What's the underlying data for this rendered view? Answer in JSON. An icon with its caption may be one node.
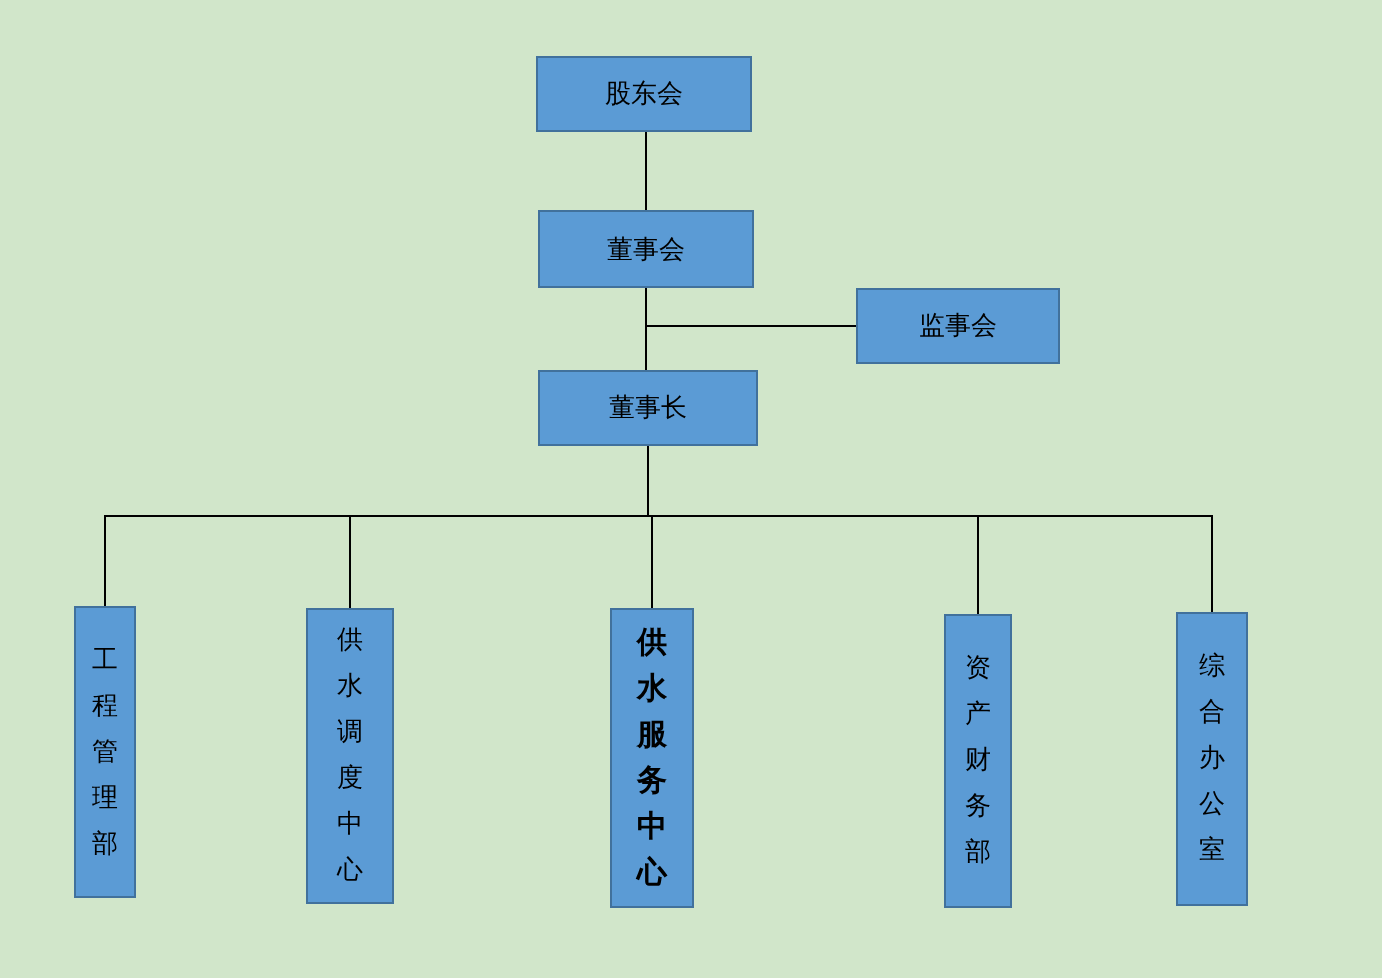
{
  "diagram": {
    "nodes": [
      {
        "text": [
          "股东会"
        ]
      },
      {
        "text": [
          "董事会"
        ]
      },
      {
        "text": [
          "监事会"
        ]
      },
      {
        "text": [
          "董事长"
        ]
      },
      {
        "text": [
          "工程管理部"
        ]
      },
      {
        "text": [
          "供水调度中心"
        ]
      },
      {
        "text": [
          "供水服务中心"
        ]
      },
      {
        "text": [
          "资产财务部"
        ]
      },
      {
        "text": [
          "综合办公室"
        ]
      }
    ],
    "edges": [
      {
        "from": 0,
        "to": 1,
        "arrow": "none"
      },
      {
        "from": 1,
        "to": 3,
        "arrow": "none"
      },
      {
        "from": 1,
        "to": 2,
        "arrow": "none"
      },
      {
        "from": 3,
        "to": 4,
        "arrow": "none"
      },
      {
        "from": 3,
        "to": 5,
        "arrow": "none"
      },
      {
        "from": 3,
        "to": 6,
        "arrow": "none"
      },
      {
        "from": 3,
        "to": 7,
        "arrow": "none"
      },
      {
        "from": 3,
        "to": 8,
        "arrow": "none"
      }
    ]
  }
}
